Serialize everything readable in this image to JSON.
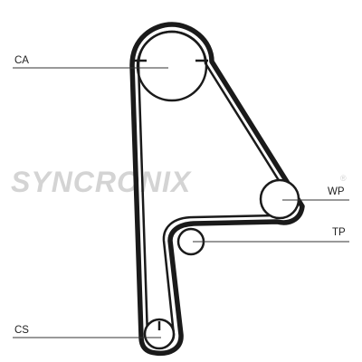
{
  "labels": {
    "ca": "CA",
    "wp": "WP",
    "tp": "TP",
    "cs": "CS"
  },
  "watermark": {
    "text": "SYNCRONIX",
    "registered_mark": "®",
    "color": "#d4d4d4"
  },
  "colors": {
    "belt": "#1a1a1a",
    "line": "#333333",
    "background": "#ffffff"
  }
}
